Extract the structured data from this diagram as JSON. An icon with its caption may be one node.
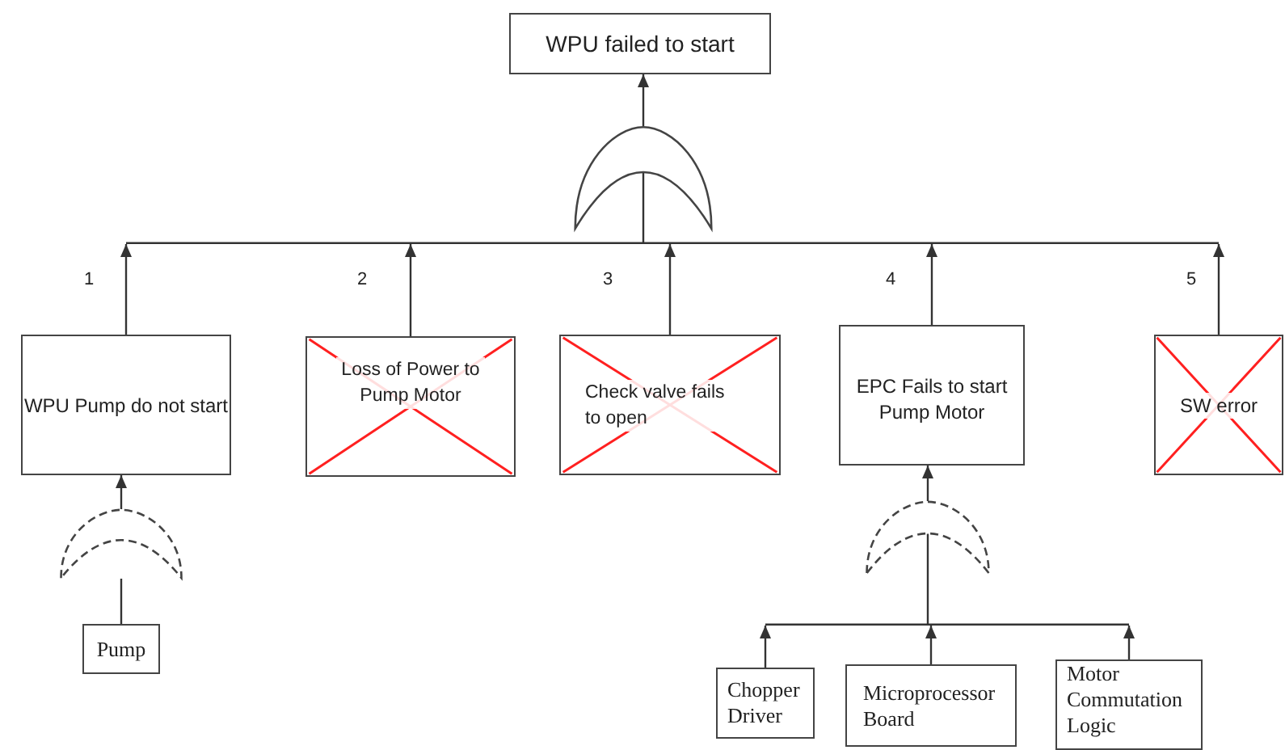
{
  "diagram": {
    "nodes": [
      {
        "text": [
          "WPU failed to start"
        ]
      },
      {
        "text": [],
        "shape": "gate"
      },
      {
        "text": [
          "WPU Pump do not start"
        ]
      },
      {
        "text": [
          "Loss of Power to Pump Motor"
        ]
      },
      {
        "text": [
          "Check valve fails to open"
        ]
      },
      {
        "text": [
          "EPC Fails to start Pump Motor"
        ]
      },
      {
        "text": [
          "SW error"
        ]
      },
      {
        "text": [],
        "shape": "gate"
      },
      {
        "text": [
          "Pump"
        ]
      },
      {
        "text": [],
        "shape": "gate"
      },
      {
        "text": [
          "Chopper Driver"
        ]
      },
      {
        "text": [
          "Microprocessor Board"
        ]
      },
      {
        "text": [
          "Motor Commutation Logic"
        ]
      }
    ],
    "edges": [
      {
        "from": 1,
        "to": 0,
        "arrow": "to"
      },
      {
        "from": 2,
        "to": 1,
        "arrow": "to"
      },
      {
        "from": 3,
        "to": 1,
        "arrow": "to"
      },
      {
        "from": 4,
        "to": 1,
        "arrow": "to"
      },
      {
        "from": 5,
        "to": 1,
        "arrow": "to"
      },
      {
        "from": 6,
        "to": 1,
        "arrow": "to"
      },
      {
        "from": 7,
        "to": 2,
        "arrow": "to"
      },
      {
        "from": 8,
        "to": 7,
        "arrow": "none"
      },
      {
        "from": 9,
        "to": 5,
        "arrow": "to"
      },
      {
        "from": 10,
        "to": 9,
        "arrow": "to"
      },
      {
        "from": 11,
        "to": 9,
        "arrow": "to"
      },
      {
        "from": 12,
        "to": 9,
        "arrow": "to"
      }
    ],
    "labels": [
      "1",
      "2",
      "3",
      "4",
      "5"
    ]
  }
}
